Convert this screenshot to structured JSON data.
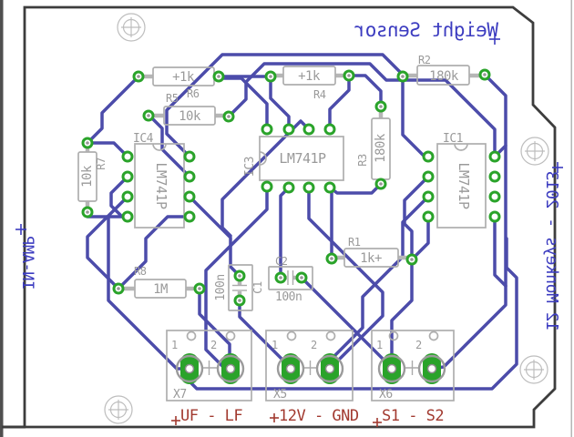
{
  "texts": {
    "board_title": "Weight Sensor",
    "side_left": "IN-AMP",
    "side_right": "12 Monkeys - 2013"
  },
  "components": {
    "ic1": {
      "ref": "IC1",
      "value": "LM741P"
    },
    "ic3": {
      "ref": "IC3",
      "value": "LM741P"
    },
    "ic4": {
      "ref": "IC4",
      "value": "LM741P"
    },
    "r1": {
      "ref": "R1",
      "value": "1k+"
    },
    "r2": {
      "ref": "R2",
      "value": "180k"
    },
    "r3": {
      "ref": "R3",
      "value": "180k"
    },
    "r4": {
      "ref": "R4",
      "value": "+1k"
    },
    "r5": {
      "ref": "R5",
      "value": "+1k"
    },
    "r6": {
      "ref": "R6",
      "value": "10k"
    },
    "r7": {
      "ref": "R7",
      "value": "10k"
    },
    "r8": {
      "ref": "R8",
      "value": "1M"
    },
    "c1": {
      "ref": "C1",
      "value": "100n"
    },
    "c2": {
      "ref": "C2",
      "value": "100n"
    },
    "x7": {
      "ref": "X7",
      "pin1": "1",
      "pin2": "2",
      "net_label": "UF - LF"
    },
    "x5": {
      "ref": "X5",
      "pin1": "1",
      "pin2": "2",
      "net_label": "12V - GND"
    },
    "x6": {
      "ref": "X6",
      "pin1": "1",
      "pin2": "2",
      "net_label": "S1 - S2"
    }
  },
  "colors": {
    "copper_trace": "#4c4caa",
    "pad_green": "#2aa32a",
    "silkscreen": "#aeaeae",
    "silk_text": "#9a9a9a",
    "blue_text": "#3c3cc0",
    "red_text": "#a23a30",
    "board_outline": "#3d3d3d"
  }
}
